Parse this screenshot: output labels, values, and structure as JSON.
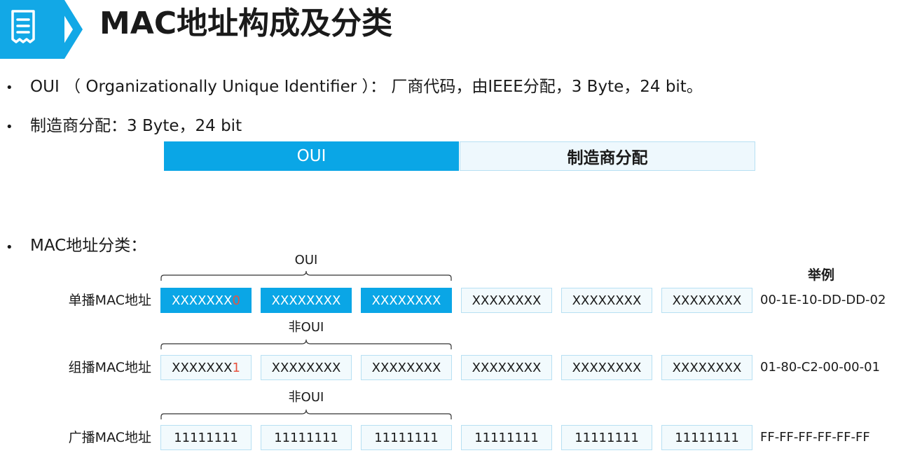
{
  "header": {
    "title": "MAC地址构成及分类",
    "icon": "document-icon",
    "accent": "#12a8e6"
  },
  "bullets": {
    "symbol": "•",
    "oui_line": "OUI （ Organizationally Unique Identifier ）： 厂商代码，由IEEE分配，3 Byte，24 bit。",
    "vendor_line": "制造商分配：3 Byte，24 bit",
    "class_line": "MAC地址分类："
  },
  "bar": {
    "oui_label": "OUI",
    "vendor_label": "制造商分配"
  },
  "classification": {
    "example_header": "举例",
    "rows": [
      {
        "label": "单播MAC地址",
        "brace_label": "OUI",
        "first_prefix": "XXXXXXX",
        "first_bit": "0",
        "cells": [
          "XXXXXXXX",
          "XXXXXXXX",
          "XXXXXXXX",
          "XXXXXXXX",
          "XXXXXXXX"
        ],
        "example": "00-1E-10-DD-DD-02"
      },
      {
        "label": "组播MAC地址",
        "brace_label": "非OUI",
        "first_prefix": "XXXXXXX",
        "first_bit": "1",
        "cells": [
          "XXXXXXXX",
          "XXXXXXXX",
          "XXXXXXXX",
          "XXXXXXXX",
          "XXXXXXXX"
        ],
        "example": "01-80-C2-00-00-01"
      },
      {
        "label": "广播MAC地址",
        "brace_label": "非OUI",
        "first_prefix": "11111111",
        "first_bit": "",
        "cells": [
          "11111111",
          "11111111",
          "11111111",
          "11111111",
          "11111111"
        ],
        "example": "FF-FF-FF-FF-FF-FF"
      }
    ]
  },
  "colors": {
    "fill": "#0aa6e6",
    "light": "#f2fafd",
    "border": "#b7e0f3",
    "bit_highlight": "#e8533f"
  }
}
